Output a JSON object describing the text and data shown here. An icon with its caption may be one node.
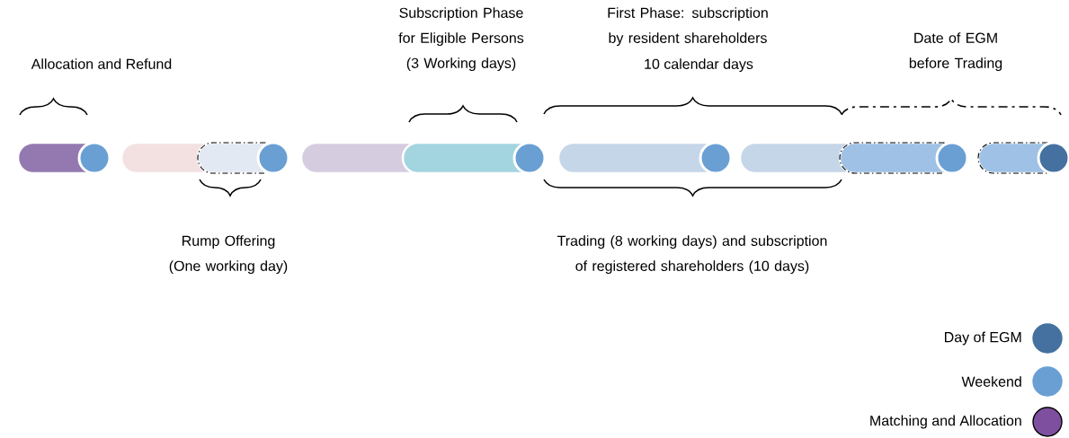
{
  "diagram": {
    "labels": [
      "Allocation and Refund",
      "Subscription Phase for Eligible Persons (3 Working days)",
      "First Phase: subscription by resident shareholders",
      "10 calendar days",
      "Date of EGM before Trading",
      "Rump Offering (One working day)",
      "Trading (8 working days) and subscription of registered shareholders (10 days)"
    ],
    "legend": [
      {
        "text": "Day of EGM",
        "color": "#44719f"
      },
      {
        "text": "Weekend",
        "color": "#6a9fd4"
      },
      {
        "text": "Matching and Allocation",
        "color": "#7f4f9f"
      }
    ]
  }
}
